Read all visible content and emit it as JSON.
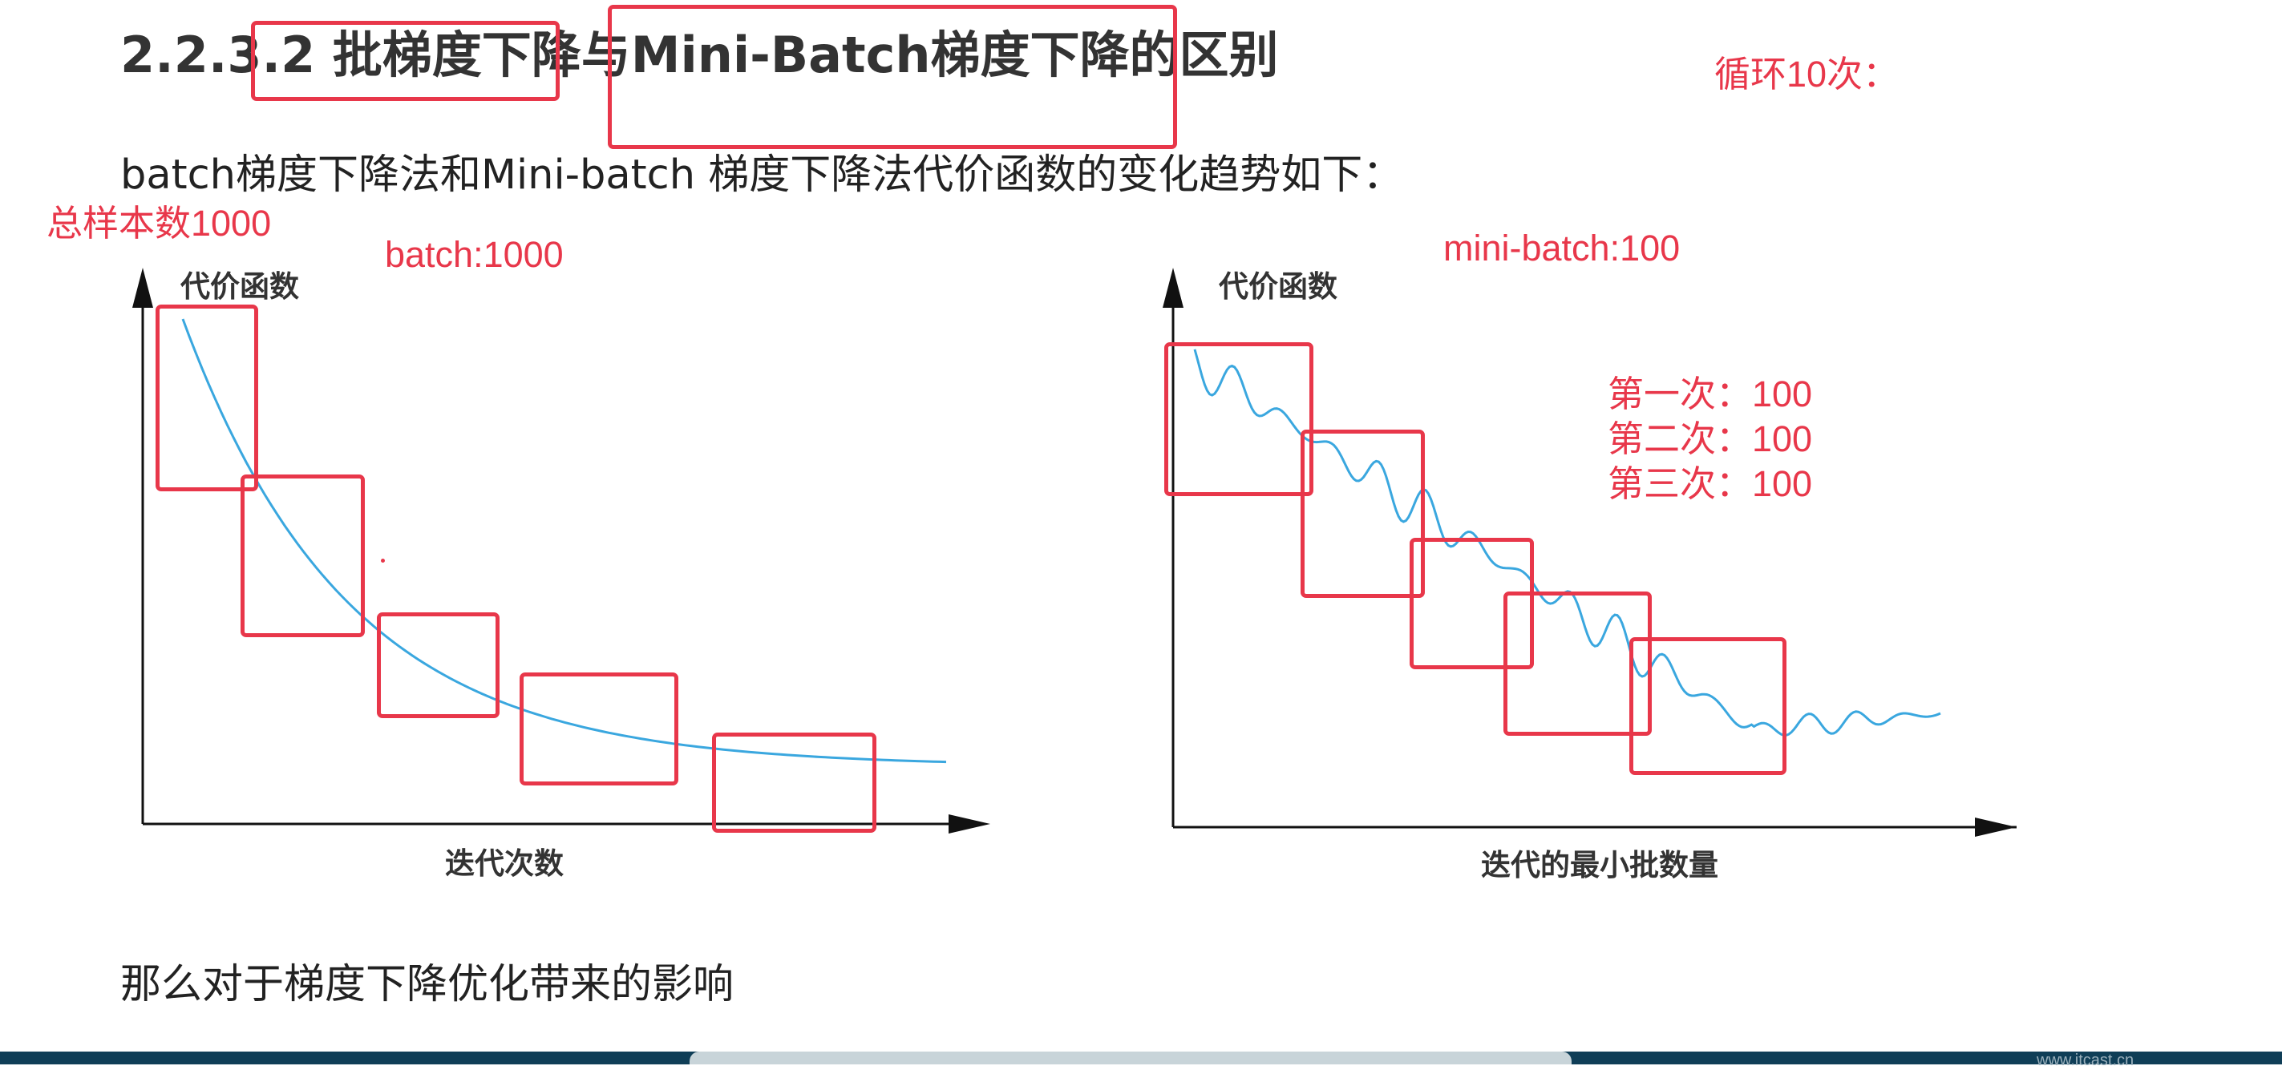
{
  "slide": {
    "heading": "2.2.3.2 批梯度下降与Mini-Batch梯度下降的区别",
    "intro": "batch梯度下降法和Mini-batch 梯度下降法代价函数的变化趋势如下：",
    "closing": "那么对于梯度下降优化带来的影响"
  },
  "annotations": {
    "loop": "循环10次：",
    "total_samples": "总样本数1000",
    "batch": "batch:1000",
    "mini_batch": "mini-batch:100",
    "iterations": [
      "第一次：100",
      "第二次：100",
      "第三次：100"
    ],
    "color": "#e8374a"
  },
  "left_plot": {
    "ylabel": "代价函数",
    "xlabel": "迭代次数",
    "shape": "smooth exponential decay"
  },
  "right_plot": {
    "ylabel": "代价函数",
    "xlabel": "迭代的最小批数量",
    "shape": "noisy decreasing oscillation"
  },
  "curve_color": "#3aa7df",
  "taskbar": {
    "watermark": "www.itcast.cn"
  }
}
